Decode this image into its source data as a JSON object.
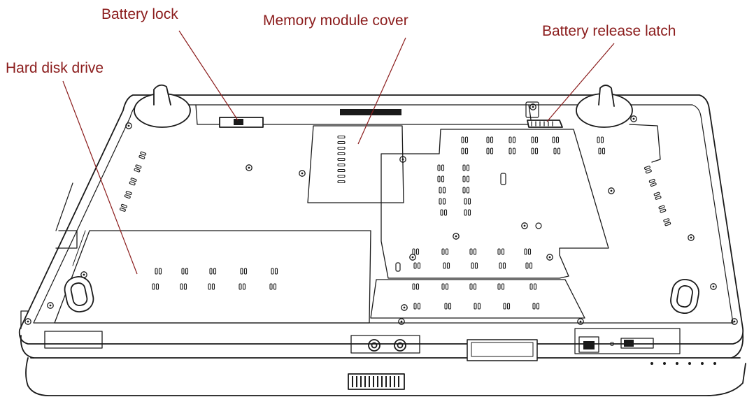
{
  "labels": {
    "hard_disk_drive": "Hard disk drive",
    "battery_lock": "Battery lock",
    "memory_module_cover": "Memory module cover",
    "battery_release_latch": "Battery release latch"
  },
  "colors": {
    "label_text": "#8b1c1c",
    "leader_line": "#8b1c1c",
    "outline": "#1a1a1a",
    "background": "#ffffff"
  }
}
